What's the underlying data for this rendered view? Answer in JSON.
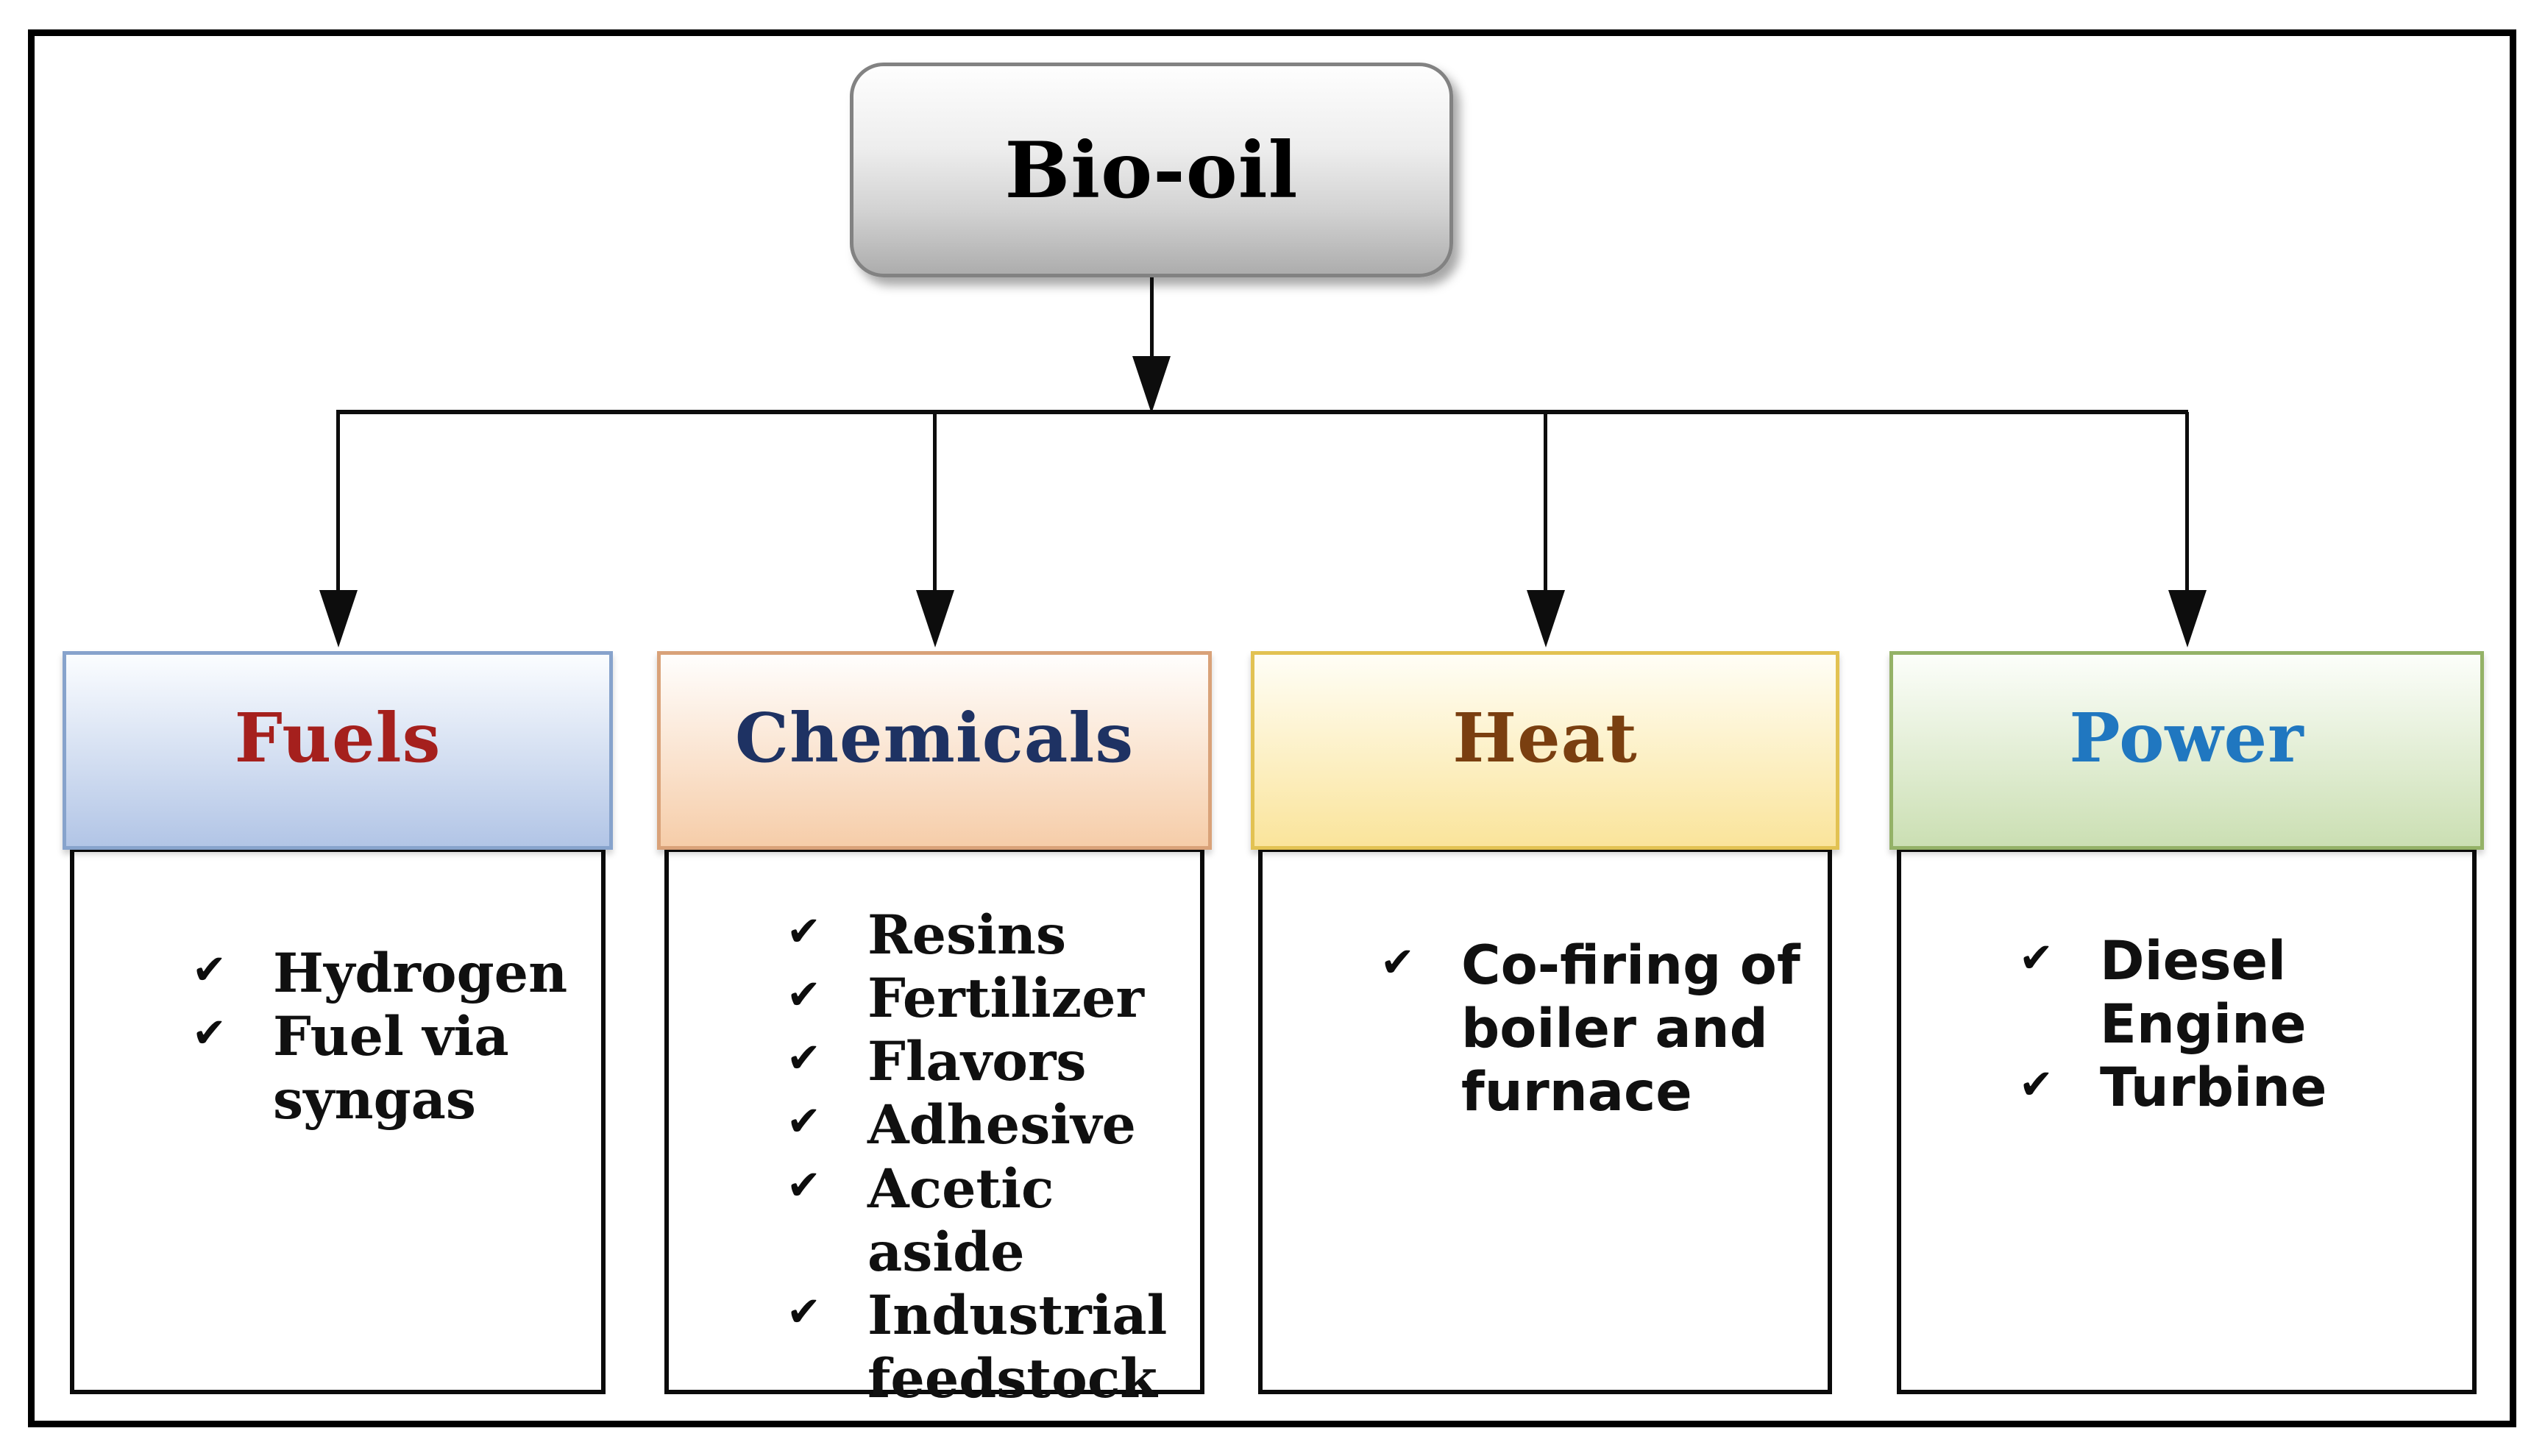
{
  "diagram": {
    "title": "Bio-oil applications diagram",
    "bullet_icon": "✔",
    "line_color": "#0d0d0d",
    "root": {
      "label": "Bio-oil",
      "bg_top": "#fefefe",
      "bg_bottom": "#adadad",
      "border_color": "#828282",
      "text_color": "#000000"
    },
    "branches": [
      {
        "id": "fuels",
        "label": "Fuels",
        "label_color": "#a5201d",
        "bg_top": "#fbfdff",
        "bg_bottom": "#b2c5e6",
        "border_color": "#87a3cc",
        "items": [
          "Hydrogen",
          "Fuel via syngas"
        ]
      },
      {
        "id": "chemicals",
        "label": "Chemicals",
        "label_color": "#1e3263",
        "bg_top": "#fffefd",
        "bg_bottom": "#f6cda9",
        "border_color": "#d9a279",
        "items": [
          "Resins",
          "Fertilizer",
          "Flavors",
          "Adhesive",
          "Acetic aside",
          "Industrial feedstock"
        ]
      },
      {
        "id": "heat",
        "label": "Heat",
        "label_color": "#7a3f10",
        "bg_top": "#fffef6",
        "bg_bottom": "#fae49b",
        "border_color": "#e2c252",
        "items": [
          "Co-firing of boiler and furnace"
        ]
      },
      {
        "id": "power",
        "label": "Power",
        "label_color": "#2077c0",
        "bg_top": "#fcfefa",
        "bg_bottom": "#cbdfb3",
        "border_color": "#94b267",
        "items": [
          "Diesel Engine",
          "Turbine"
        ]
      }
    ]
  }
}
